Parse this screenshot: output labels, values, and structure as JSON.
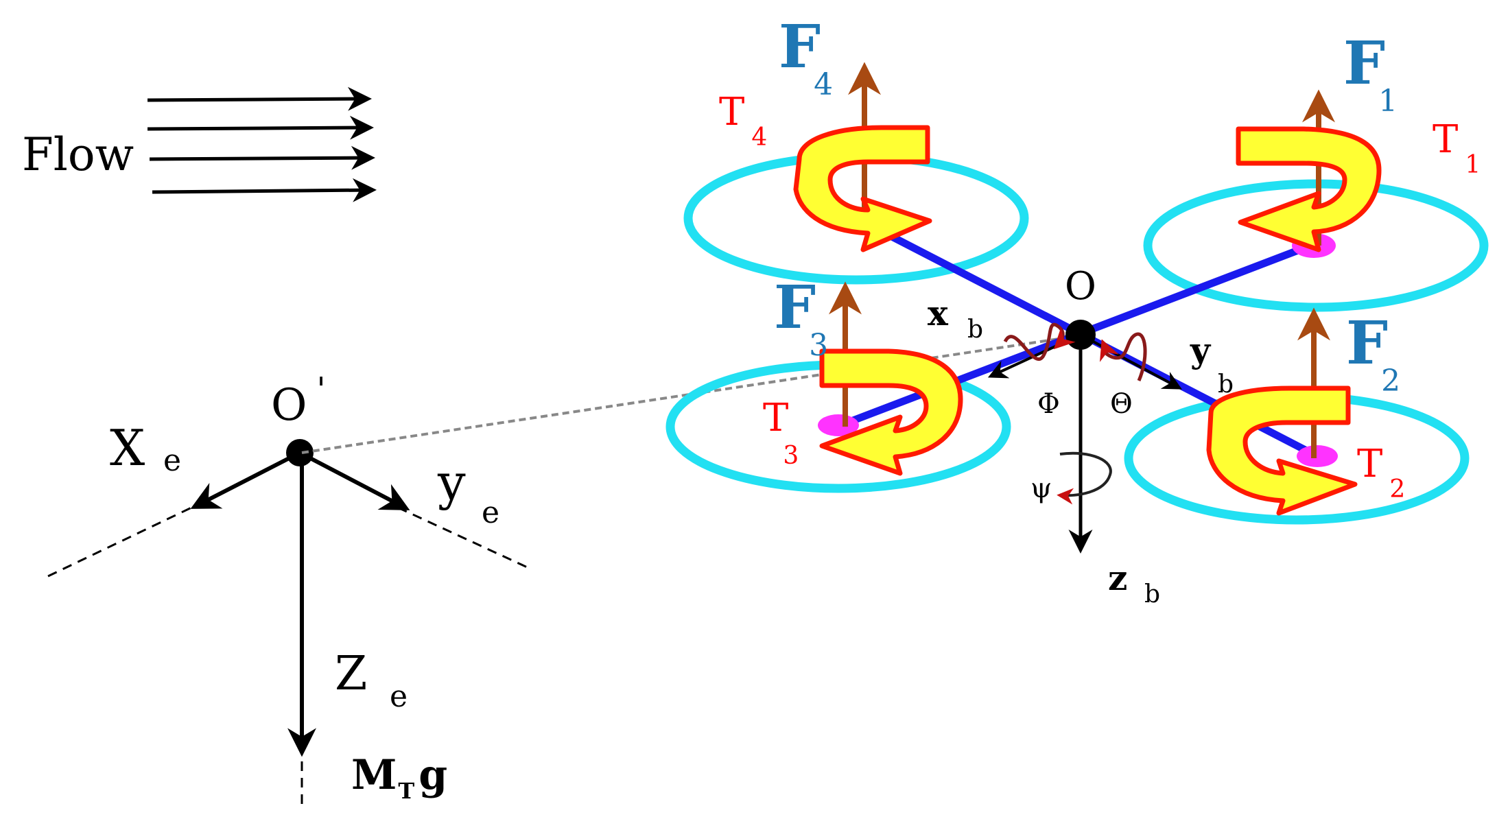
{
  "colors": {
    "rotor_ring": "#22e0f2",
    "arm": "#1a1aee",
    "thrust_arrow": "#a84a12",
    "torque_fill": "#ffff33",
    "torque_stroke": "#ff1a00",
    "force_label": "#1f77b4",
    "torque_label": "#ff0000",
    "hub": "#ff33ff",
    "axis": "#000000"
  },
  "flow": {
    "label": "Flow"
  },
  "earth_frame": {
    "origin": "O",
    "origin_prime": "'",
    "x_axis": "X",
    "x_sub": "e",
    "y_axis": "y",
    "y_sub": "e",
    "z_axis": "Z",
    "z_sub": "e",
    "weight_main": "M",
    "weight_sub": "T",
    "weight_tail": "g"
  },
  "body_frame": {
    "origin": "O",
    "x_axis": "x",
    "x_sub": "b",
    "y_axis": "y",
    "y_sub": "b",
    "z_axis": "z",
    "z_sub": "b",
    "roll": "Φ",
    "pitch": "Θ",
    "yaw": "ψ"
  },
  "rotors": [
    {
      "id": "1",
      "force": "F",
      "force_sub": "1",
      "torque": "T",
      "torque_sub": "1"
    },
    {
      "id": "2",
      "force": "F",
      "force_sub": "2",
      "torque": "T",
      "torque_sub": "2"
    },
    {
      "id": "3",
      "force": "F",
      "force_sub": "3",
      "torque": "T",
      "torque_sub": "3"
    },
    {
      "id": "4",
      "force": "F",
      "force_sub": "4",
      "torque": "T",
      "torque_sub": "4"
    }
  ]
}
